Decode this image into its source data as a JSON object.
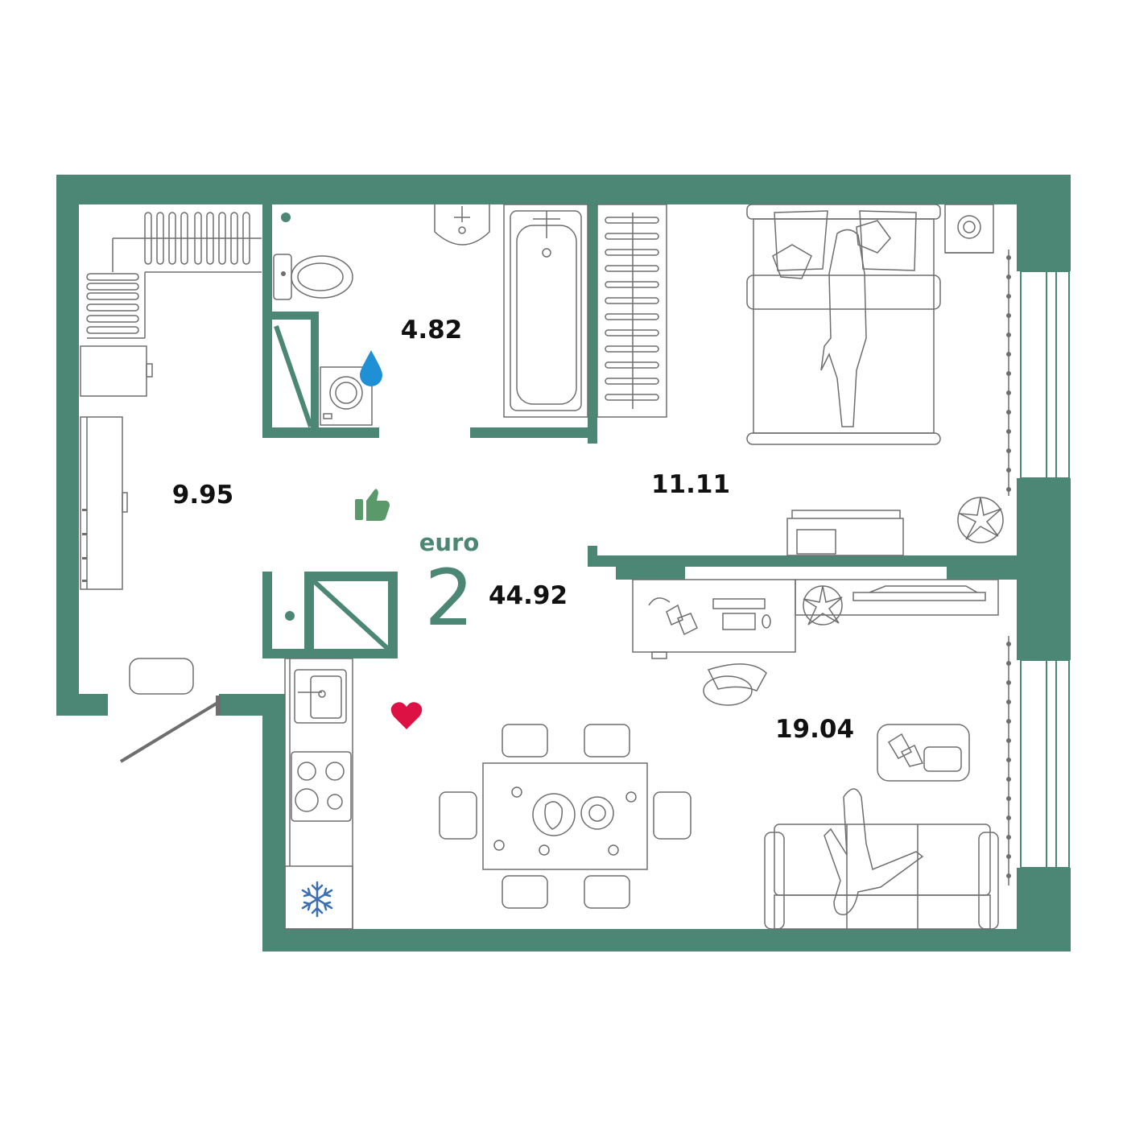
{
  "plan": {
    "type_prefix": "euro",
    "type_number": "2",
    "total_area": "44.92",
    "rooms": {
      "hallway": "9.95",
      "bathroom": "4.82",
      "bedroom": "11.11",
      "living_kitchen": "19.04"
    }
  },
  "colors": {
    "wall": "#4c8674",
    "furniture": "#6e6e6e",
    "thumb": "#5a9a6a",
    "heart": "#dd1144",
    "drop": "#1f8fd6",
    "snowflake": "#3a6fb0"
  },
  "icons": [
    "thumbs-up-icon",
    "heart-icon",
    "water-drop-icon",
    "snowflake-icon"
  ]
}
